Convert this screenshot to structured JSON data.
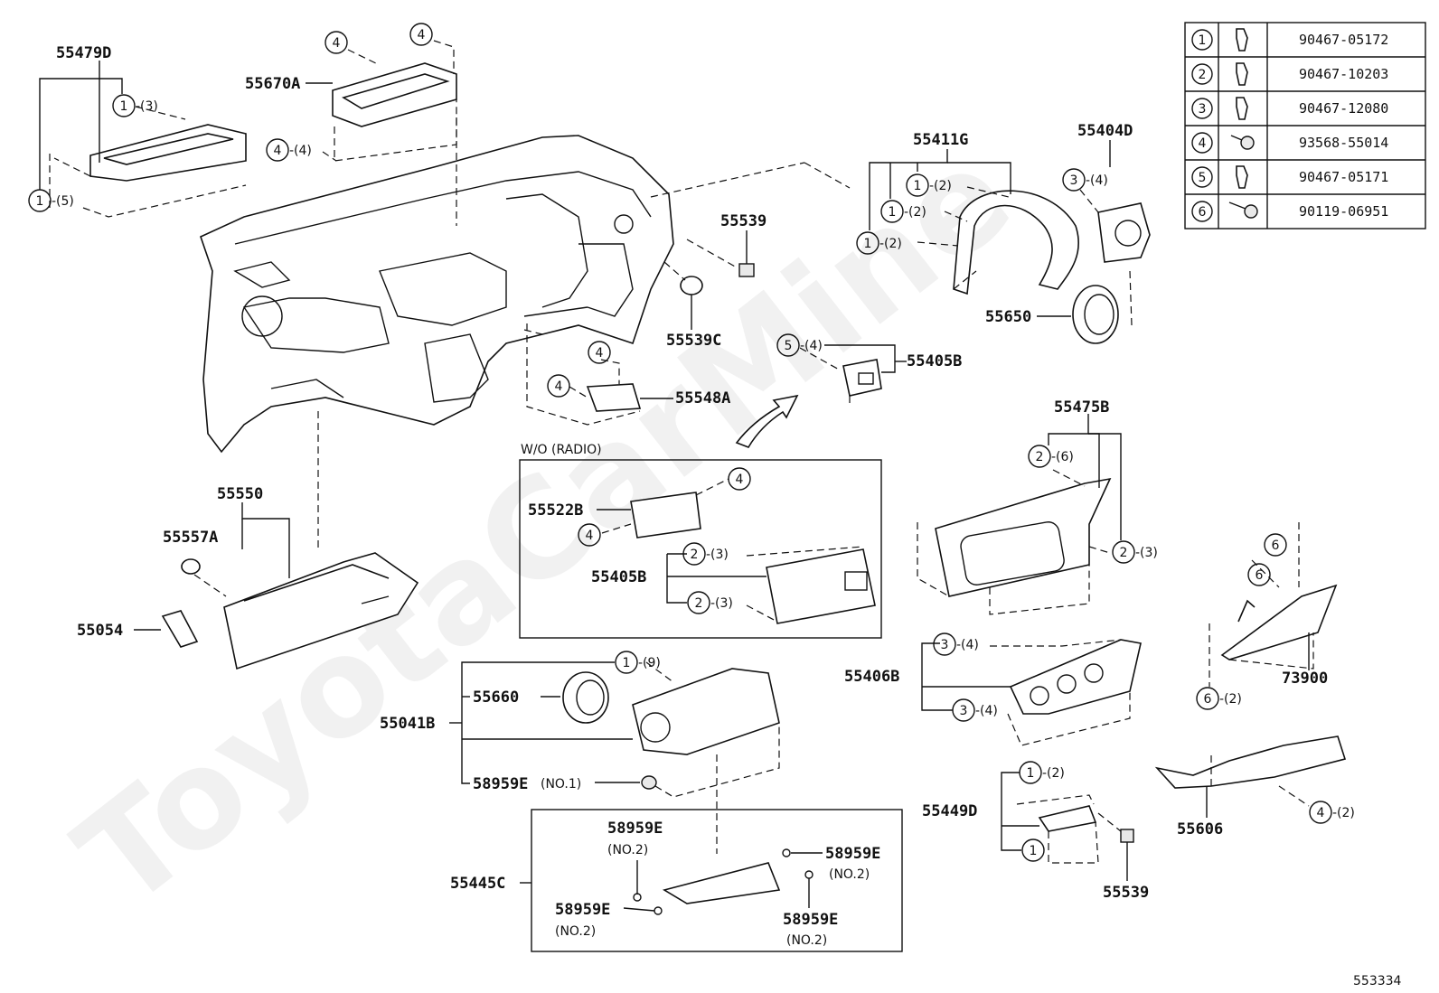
{
  "watermark": "ToyotaCarMine",
  "diagram_id": "553334",
  "fastener_table": [
    {
      "ref": "1",
      "part_no": "90467-05172"
    },
    {
      "ref": "2",
      "part_no": "90467-10203"
    },
    {
      "ref": "3",
      "part_no": "90467-12080"
    },
    {
      "ref": "4",
      "part_no": "93568-55014"
    },
    {
      "ref": "5",
      "part_no": "90467-05171"
    },
    {
      "ref": "6",
      "part_no": "90119-06951"
    }
  ],
  "parts": {
    "p55479D": "55479D",
    "p55670A": "55670A",
    "p55411G": "55411G",
    "p55404D": "55404D",
    "p55539_top": "55539",
    "p55539C": "55539C",
    "p55650": "55650",
    "p55405B_top": "55405B",
    "p55548A": "55548A",
    "p55550": "55550",
    "p55557A": "55557A",
    "p55054": "55054",
    "p55522B": "55522B",
    "p55405B_radio": "55405B",
    "p55475B": "55475B",
    "p73900": "73900",
    "p55660": "55660",
    "p55041B": "55041B",
    "p58959E_no1": "58959E",
    "p55406B": "55406B",
    "p55449D": "55449D",
    "p55539_bottom": "55539",
    "p55606": "55606",
    "p55445C": "55445C",
    "p58959E_a": "58959E",
    "p58959E_b": "58959E",
    "p58959E_c": "58959E",
    "p58959E_d": "58959E"
  },
  "notes": {
    "wo_radio": "W/O (RADIO)",
    "no1": "(NO.1)",
    "no2": "(NO.2)"
  },
  "callouts": {
    "q3": "-(3)",
    "q5": "-(5)",
    "q4": "-(4)",
    "q2": "-(2)",
    "q6": "-(6)",
    "q9": "-(9)"
  },
  "circle_refs": {
    "r1": "1",
    "r2": "2",
    "r3": "3",
    "r4": "4",
    "r5": "5",
    "r6": "6"
  }
}
